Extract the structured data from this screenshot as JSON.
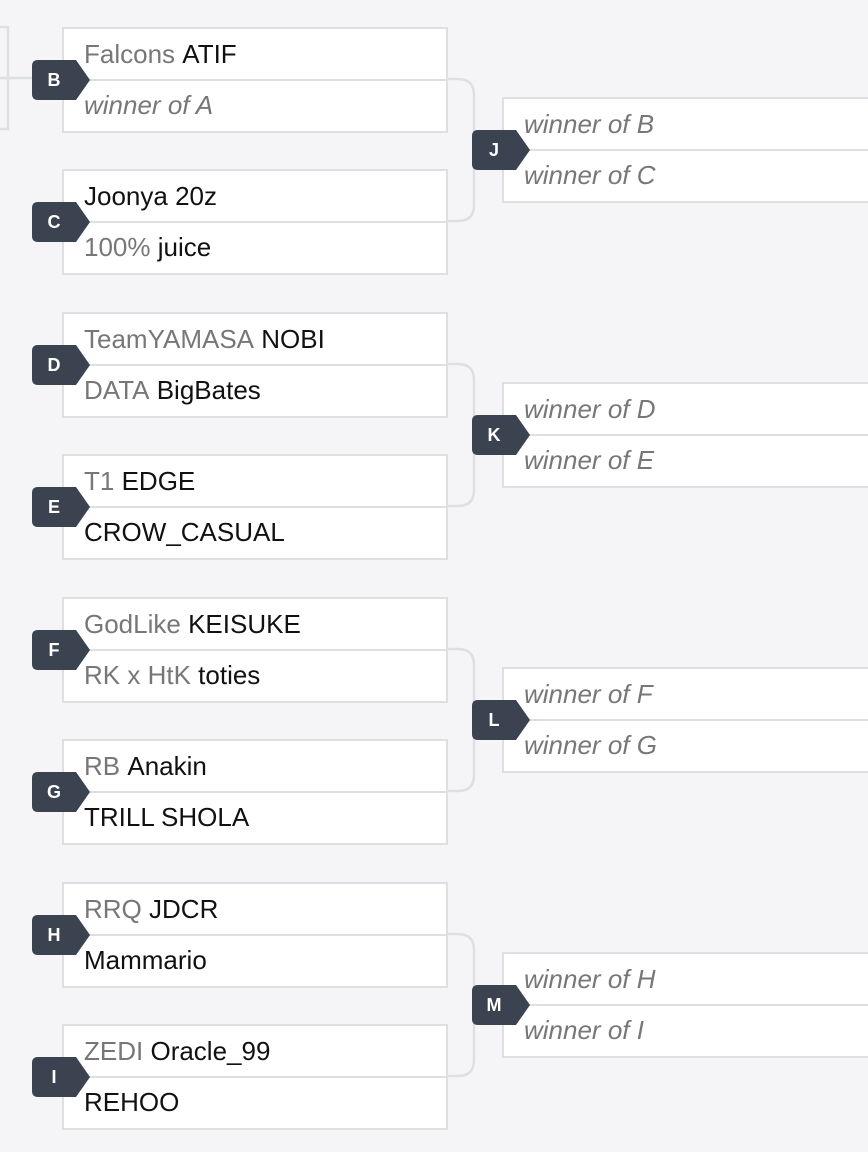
{
  "colors": {
    "background": "#f5f5f7",
    "card": "#ffffff",
    "border": "#dedfe2",
    "tag": "#3c4350",
    "tag_text": "#ffffff",
    "team_text": "#777777",
    "player_text": "#111111"
  },
  "round1": [
    {
      "id": "B",
      "slots": [
        {
          "team": "Falcons",
          "player": "ATIF"
        },
        {
          "placeholder": "winner of A"
        }
      ]
    },
    {
      "id": "C",
      "slots": [
        {
          "player": "Joonya 20z"
        },
        {
          "team": "100%",
          "player": "juice"
        }
      ]
    },
    {
      "id": "D",
      "slots": [
        {
          "team": "TeamYAMASA",
          "player": "NOBI"
        },
        {
          "team": "DATA",
          "player": "BigBates"
        }
      ]
    },
    {
      "id": "E",
      "slots": [
        {
          "team": "T1",
          "player": "EDGE"
        },
        {
          "player": "CROW_CASUAL"
        }
      ]
    },
    {
      "id": "F",
      "slots": [
        {
          "team": "GodLike",
          "player": "KEISUKE"
        },
        {
          "team": "RK x HtK",
          "player": "toties"
        }
      ]
    },
    {
      "id": "G",
      "slots": [
        {
          "team": "RB",
          "player": "Anakin"
        },
        {
          "player": "TRILL SHOLA"
        }
      ]
    },
    {
      "id": "H",
      "slots": [
        {
          "team": "RRQ",
          "player": "JDCR"
        },
        {
          "player": "Mammario"
        }
      ]
    },
    {
      "id": "I",
      "slots": [
        {
          "team": "ZEDI",
          "player": "Oracle_99"
        },
        {
          "player": "REHOO"
        }
      ]
    }
  ],
  "round2": [
    {
      "id": "J",
      "slots": [
        {
          "placeholder": "winner of B"
        },
        {
          "placeholder": "winner of C"
        }
      ]
    },
    {
      "id": "K",
      "slots": [
        {
          "placeholder": "winner of D"
        },
        {
          "placeholder": "winner of E"
        }
      ]
    },
    {
      "id": "L",
      "slots": [
        {
          "placeholder": "winner of F"
        },
        {
          "placeholder": "winner of G"
        }
      ]
    },
    {
      "id": "M",
      "slots": [
        {
          "placeholder": "winner of H"
        },
        {
          "placeholder": "winner of I"
        }
      ]
    }
  ]
}
